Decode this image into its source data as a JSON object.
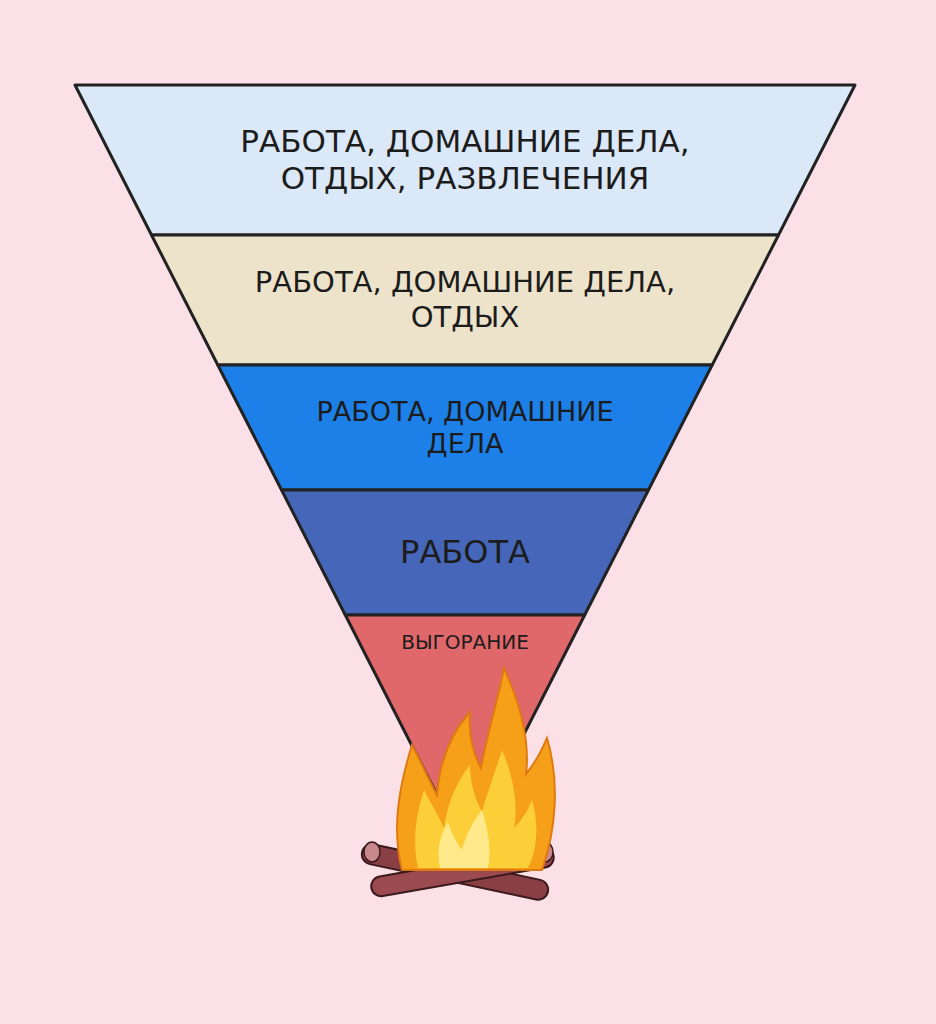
{
  "diagram": {
    "nodes": [
      {
        "text": [
          "РАБОТА, ДОМАШНИЕ ДЕЛА, ОТДЫХ, РАЗВЛЕЧЕНИЯ"
        ]
      },
      {
        "text": [
          "РАБОТА, ДОМАШНИЕ ДЕЛА, ОТДЫХ"
        ]
      },
      {
        "text": [
          "РАБОТА, ДОМАШНИЕ ДЕЛА"
        ]
      },
      {
        "text": [
          "РАБОТА"
        ]
      },
      {
        "text": [
          "ВЫГОРАНИЕ"
        ]
      }
    ]
  }
}
